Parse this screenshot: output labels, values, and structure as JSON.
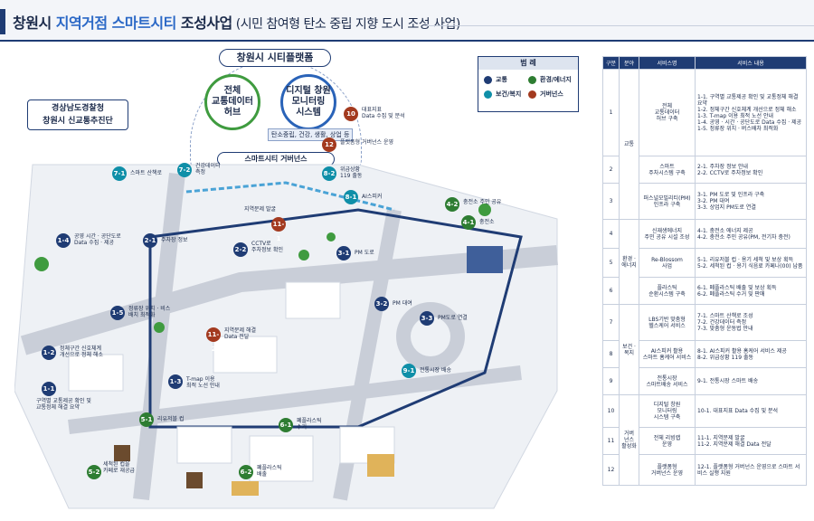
{
  "title": {
    "part1": "창원시 ",
    "part2": "지역거점 스마트시티",
    "part3": " 조성사업",
    "part4": "(시민 참여형 탄소 중립 지향 도시 조성 사업)"
  },
  "platform": {
    "label": "창원시 시티플랫폼",
    "circle_traffic": "전체\n교통데이터\n허브",
    "circle_dt": "디지털 창원\n모니터링\n시스템",
    "dt_tags": "탄소중립, 건강, 생활, 상업 등",
    "governance": "스마트시티 거버넌스"
  },
  "police": {
    "line1": "경상남도경찰청",
    "line2": "창원시 신교통추진단"
  },
  "legend": {
    "header": "범 례",
    "items": [
      {
        "label": "교통",
        "color": "#1f3c74"
      },
      {
        "label": "환경/에너지",
        "color": "#2e7d32"
      },
      {
        "label": "보건/복지",
        "color": "#0f8fa8"
      },
      {
        "label": "거버넌스",
        "color": "#a33a1f"
      }
    ]
  },
  "map_badges": [
    {
      "id": "1-1",
      "cap": "구역별 교통제공 확인 및\n교통정체 해결 요약"
    },
    {
      "id": "1-2",
      "cap": "정체구간 신호체계\n개선으로 정체 해소"
    },
    {
      "id": "1-3",
      "cap": "T-map 이용\n최적 노선 안내"
    },
    {
      "id": "1-4",
      "cap": "공영 시간 · 공단도로\nData 수집 · 제공"
    },
    {
      "id": "1-5",
      "cap": "정류장 위치 · 비스\n배치 최적화"
    },
    {
      "id": "2-1",
      "cap": "주차장 정보"
    },
    {
      "id": "2-2",
      "cap": "CCTV로\n주차정보 확인"
    },
    {
      "id": "3-1",
      "cap": "PM 도로"
    },
    {
      "id": "3-2",
      "cap": "PM 대여"
    },
    {
      "id": "3-3",
      "cap": "PM도로 연결"
    },
    {
      "id": "4-1",
      "cap": "충전소"
    },
    {
      "id": "4-2",
      "cap": "충전소 주민 공유"
    },
    {
      "id": "5-1",
      "cap": "리유저블 컵"
    },
    {
      "id": "5-2",
      "cap": "세척된 컵을\n카페로 재공급"
    },
    {
      "id": "6-1",
      "cap": "폐플라스틱\n수거"
    },
    {
      "id": "6-2",
      "cap": "폐플라스틱\n배출"
    },
    {
      "id": "7-1",
      "cap": "스마트 산책로"
    },
    {
      "id": "7-2",
      "cap": "건강데이터\n측정"
    },
    {
      "id": "8-1",
      "cap": "AI스피커"
    },
    {
      "id": "8-2",
      "cap": "위급상황\n119 출동"
    },
    {
      "id": "9-1",
      "cap": "전통시장 배송"
    },
    {
      "id": "10",
      "cap": "대표지표\nData 수집 및 분석"
    },
    {
      "id": "11-1",
      "cap": "지역문제 발굴"
    },
    {
      "id": "11-2",
      "cap": "지역문제 해결\nData 전달"
    },
    {
      "id": "12",
      "cap": "플랫폼형 거버넌스 운영"
    }
  ],
  "table": {
    "headers": [
      "구분",
      "분야",
      "서비스명",
      "서비스 내용"
    ],
    "rows": [
      {
        "num": "1",
        "field": "교통",
        "service": "전체\n교통데이터\n허브 구축",
        "content": "1-1. 구역별 교통제공 확인 및 교통정체 해결 요약\n1-2. 정체구간 신호체계 개선으로 정체 해소\n1-3. T-map 이용 최적 노선 안내\n1-4. 공영 · 시간 · 공단도로 Data 수집 · 제공\n1-5. 정류장 위치 · 버스배차 최적화"
      },
      {
        "num": "2",
        "field": "",
        "service": "스마트\n주차시스템 구축",
        "content": "2-1. 주차장 정보 안내\n2-2. CCTV로 주차정보 확인"
      },
      {
        "num": "3",
        "field": "",
        "service": "퍼스널모빌리티(PM)\n인프라 구축",
        "content": "3-1. PM 도로 및 인프라 구축\n3-2. PM 대여\n3-3. 상업지 PM도로 연결"
      },
      {
        "num": "4",
        "field": "환경 ·\n에너지",
        "service": "신재생에너지\n주민 공유 시설 조성",
        "content": "4-1. 충전소 에너지 제공\n4-2. 충전소 주민 공유(PM, 전기차 충전)"
      },
      {
        "num": "5",
        "field": "",
        "service": "Re-Blossom\n사업",
        "content": "5-1. 리유저블 컵 · 용기 세척 및 보상 획득\n5-2. 세척된 컵 · 용기 식음료 카페나(00) 납품"
      },
      {
        "num": "6",
        "field": "",
        "service": "플라스틱\n순환시스템 구축",
        "content": "6-1. 폐플라스틱 배출 및 보상 획득\n6-2. 폐플라스틱 수거 및 판매"
      },
      {
        "num": "7",
        "field": "보건 ·\n복지",
        "service": "LBS기반 맞춤형\n헬스케어 서비스",
        "content": "7-1. 스마트 산책로 조성\n7-2. 건강데이터 측정\n7-3. 맞춤형 운동법 안내"
      },
      {
        "num": "8",
        "field": "",
        "service": "AI스피커 활용\n스마트 홈케어 서비스",
        "content": "8-1. AI스피커 활용 홈케어 서비스 제공\n8-2. 위급상황 119 출동"
      },
      {
        "num": "9",
        "field": "",
        "service": "전통시장\n스마트배송 서비스",
        "content": "9-1. 전통시장 스마트 배송"
      },
      {
        "num": "10",
        "field": "거버\n넌스\n활성화",
        "service": "디지털 창원\n모니터링\n시스템 구축",
        "content": "10-1. 대표지표 Data 수집 및 분석"
      },
      {
        "num": "11",
        "field": "",
        "service": "전체 리빙랩\n운영",
        "content": "11-1. 지역문제 발굴\n11-2. 지역문제 해결 Data 전달"
      },
      {
        "num": "12",
        "field": "",
        "service": "플랫폼형\n거버넌스 운영",
        "content": "12-1. 플랫폼형 거버넌스 운영으로 스마트 서비스 실행 지원"
      }
    ]
  }
}
